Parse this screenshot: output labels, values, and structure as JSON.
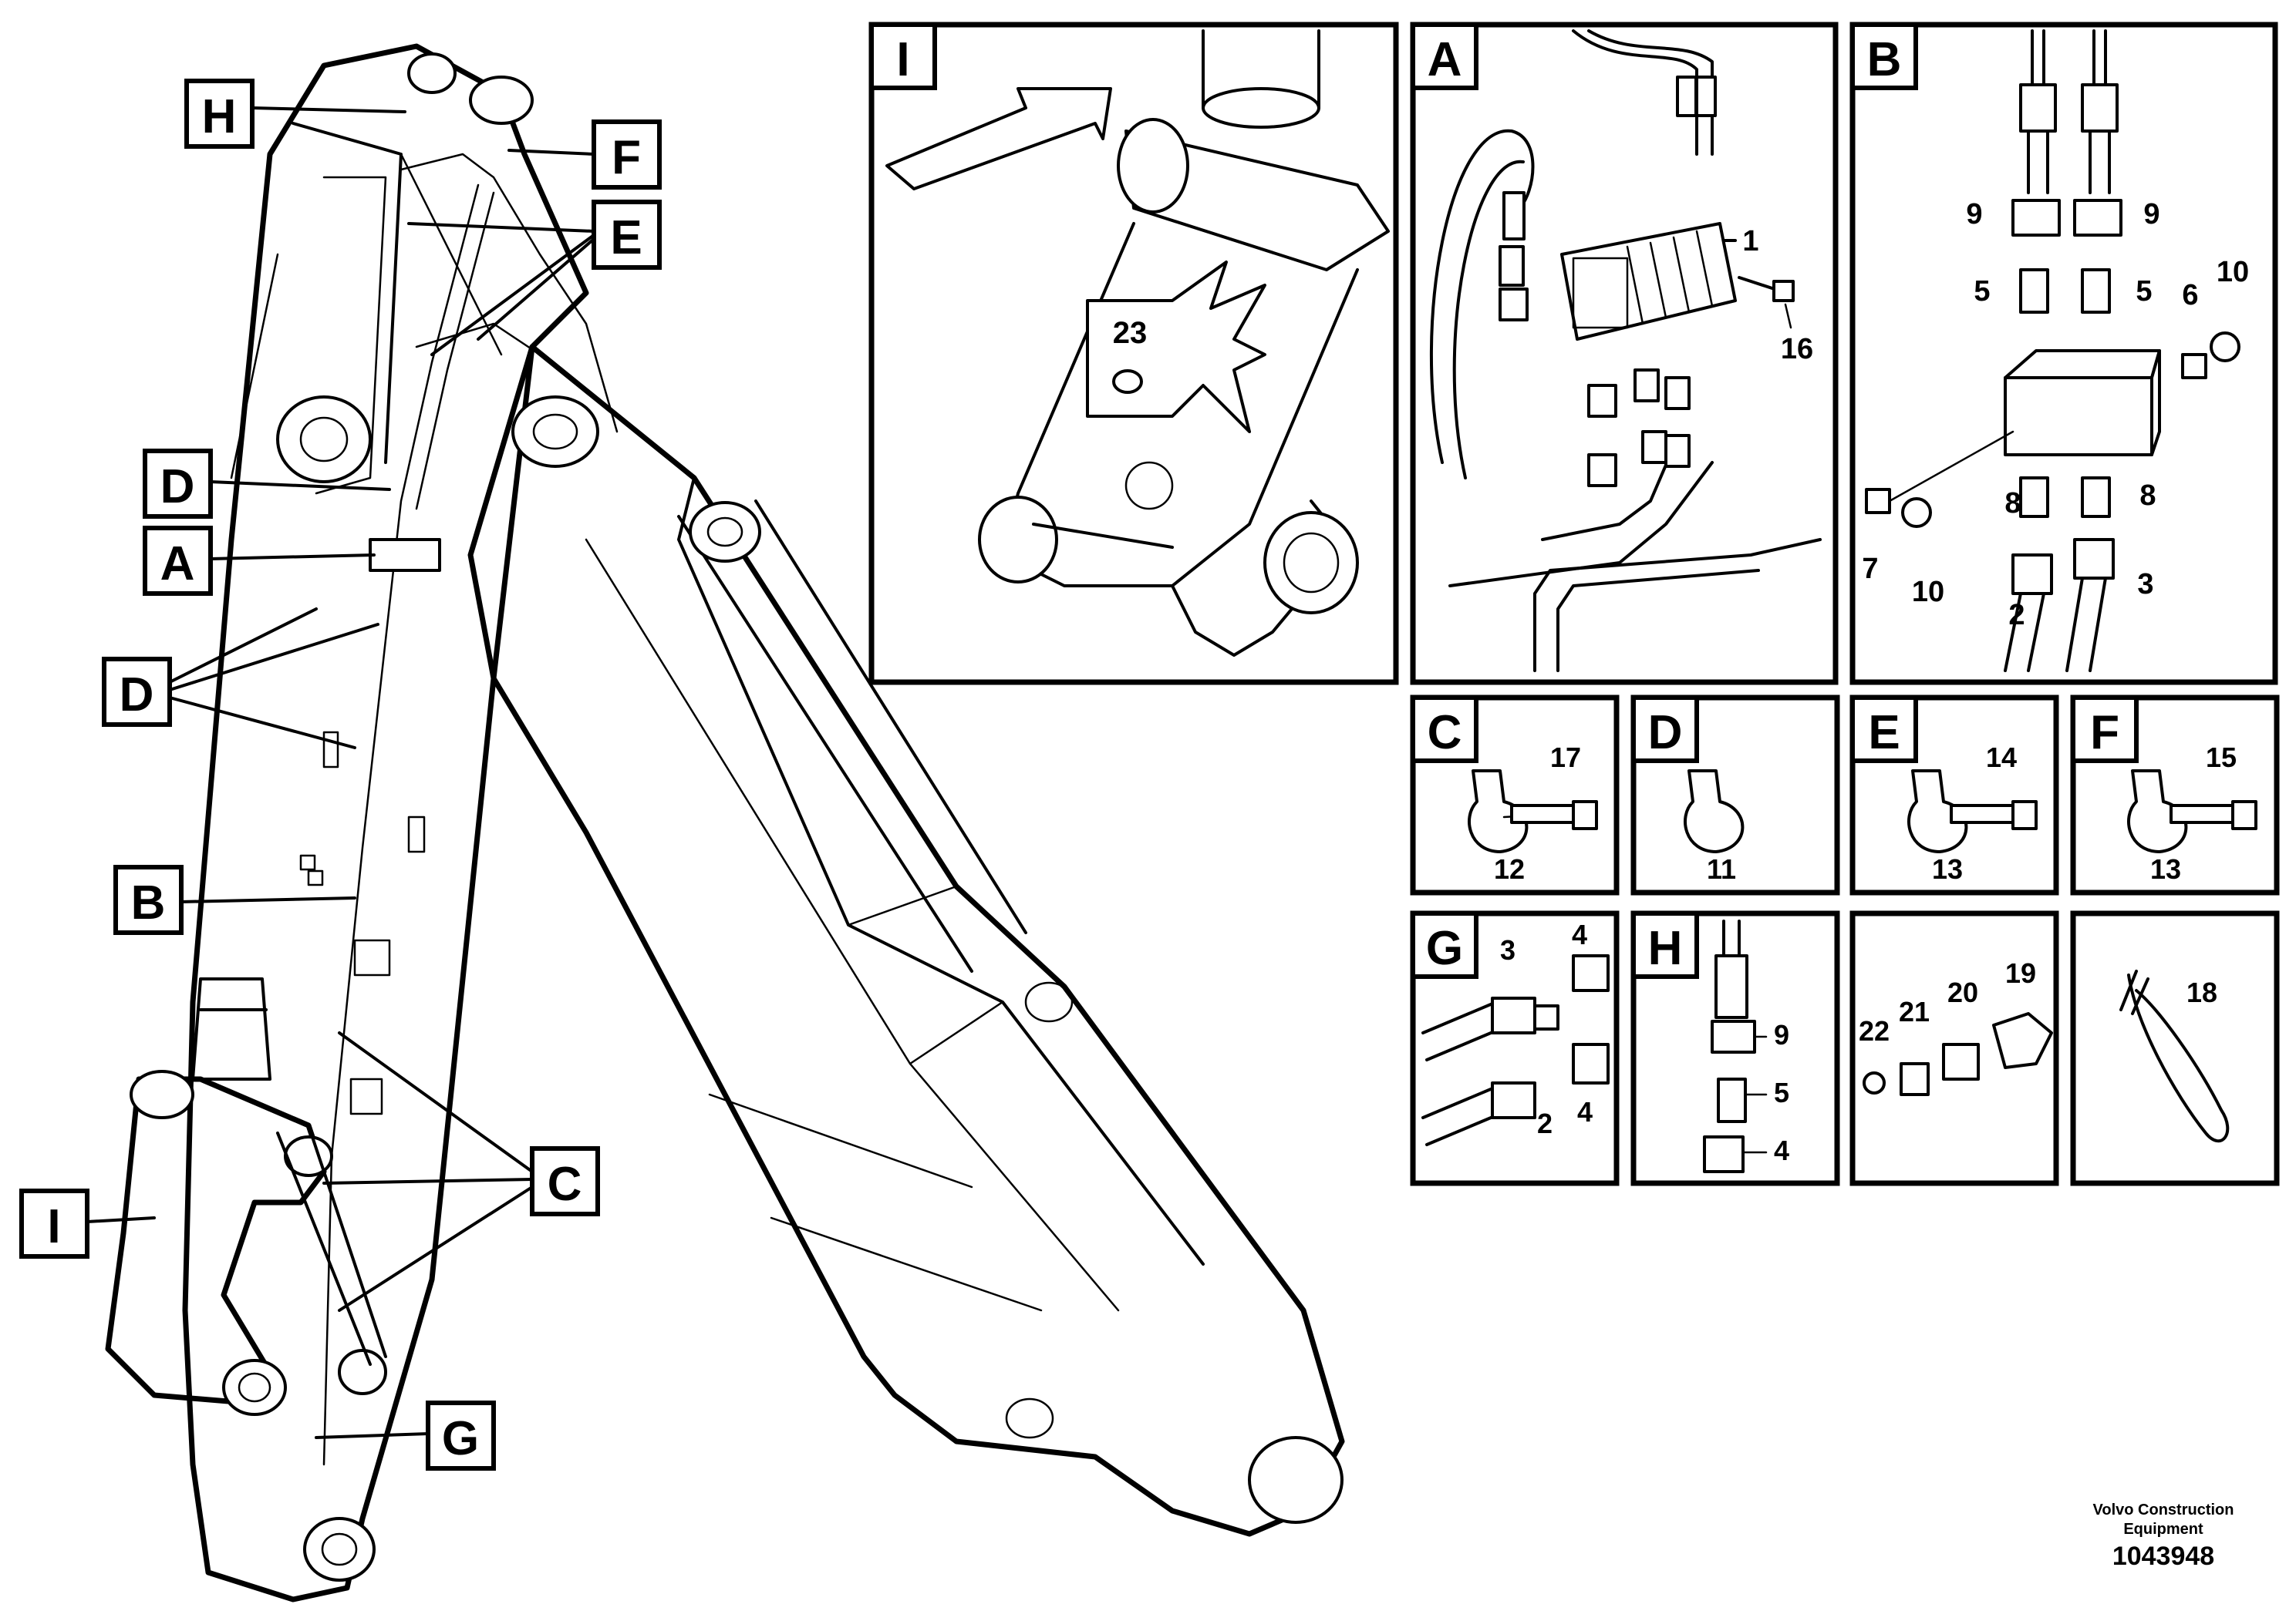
{
  "callouts_main": {
    "H": "H",
    "F": "F",
    "E": "E",
    "D1": "D",
    "A": "A",
    "D2": "D",
    "B": "B",
    "C": "C",
    "I": "I",
    "G": "G"
  },
  "panel_I": {
    "letter": "I",
    "part": "23"
  },
  "panel_A": {
    "letter": "A",
    "parts": [
      "1",
      "16"
    ]
  },
  "panel_B": {
    "letter": "B",
    "parts": [
      "9",
      "9",
      "5",
      "5",
      "6",
      "10",
      "8",
      "8",
      "7",
      "10",
      "2",
      "3"
    ]
  },
  "panel_C": {
    "letter": "C",
    "parts": [
      "17",
      "12"
    ]
  },
  "panel_D": {
    "letter": "D",
    "parts": [
      "11"
    ]
  },
  "panel_E": {
    "letter": "E",
    "parts": [
      "14",
      "13"
    ]
  },
  "panel_F": {
    "letter": "F",
    "parts": [
      "15",
      "13"
    ]
  },
  "panel_G": {
    "letter": "G",
    "parts": [
      "3",
      "4",
      "2",
      "4"
    ]
  },
  "panel_H": {
    "letter": "H",
    "parts": [
      "9",
      "5",
      "4"
    ]
  },
  "panel_fittings": {
    "parts": [
      "22",
      "21",
      "20",
      "19"
    ]
  },
  "panel_tie": {
    "parts": [
      "18"
    ]
  },
  "footer": {
    "company_line1": "Volvo Construction",
    "company_line2": "Equipment",
    "drawing_number": "1043948"
  }
}
